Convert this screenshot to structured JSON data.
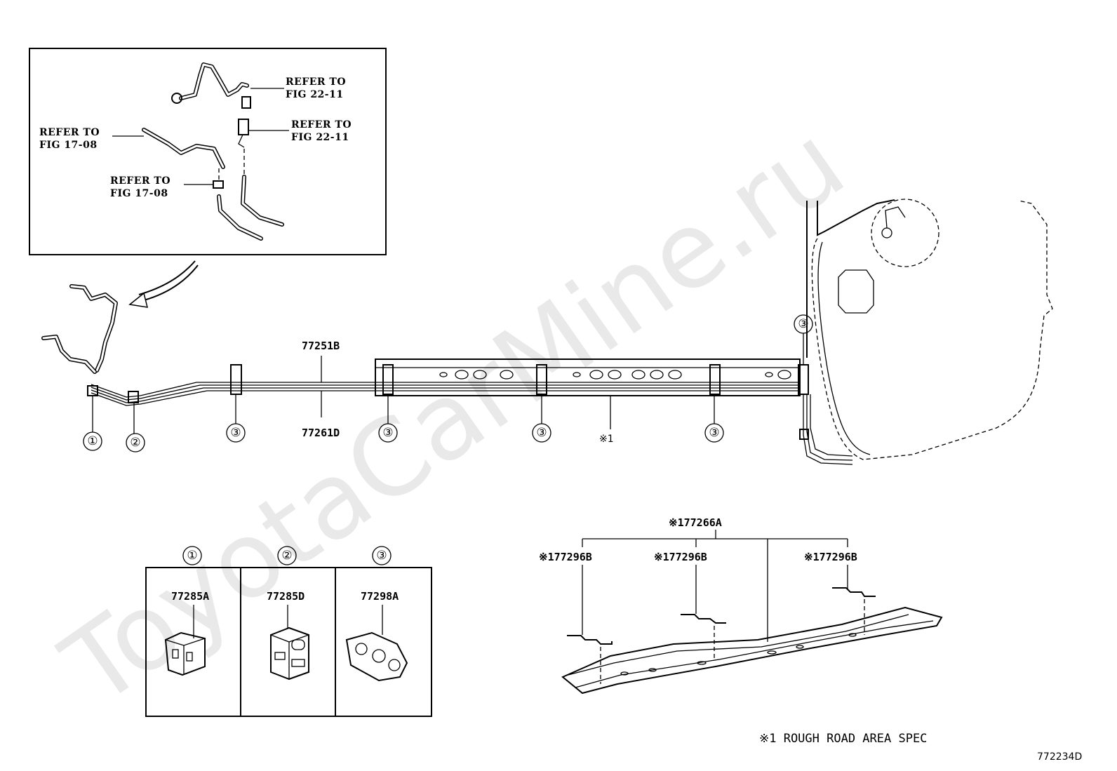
{
  "watermark": "ToyotaCarMine.ru",
  "figure_id": "772234D",
  "footnote": "※1 ROUGH ROAD AREA SPEC",
  "inset": {
    "refs": [
      {
        "line1": "REFER TO",
        "line2": "FIG 22-11"
      },
      {
        "line1": "REFER TO",
        "line2": "FIG 22-11"
      },
      {
        "line1": "REFER TO",
        "line2": "FIG 17-08"
      },
      {
        "line1": "REFER TO",
        "line2": "FIG 17-08"
      }
    ]
  },
  "main": {
    "tube_upper": "77251B",
    "tube_lower": "77261D",
    "rough_mark": "※1",
    "callouts": [
      "①",
      "②",
      "③",
      "③",
      "③",
      "③",
      "③"
    ]
  },
  "clamps": [
    {
      "circle": "①",
      "part": "77285A"
    },
    {
      "circle": "②",
      "part": "77285D"
    },
    {
      "circle": "③",
      "part": "77298A"
    }
  ],
  "rail": {
    "top_part": "※177266A",
    "brackets": [
      "※177296B",
      "※177296B",
      "※177296B"
    ]
  }
}
